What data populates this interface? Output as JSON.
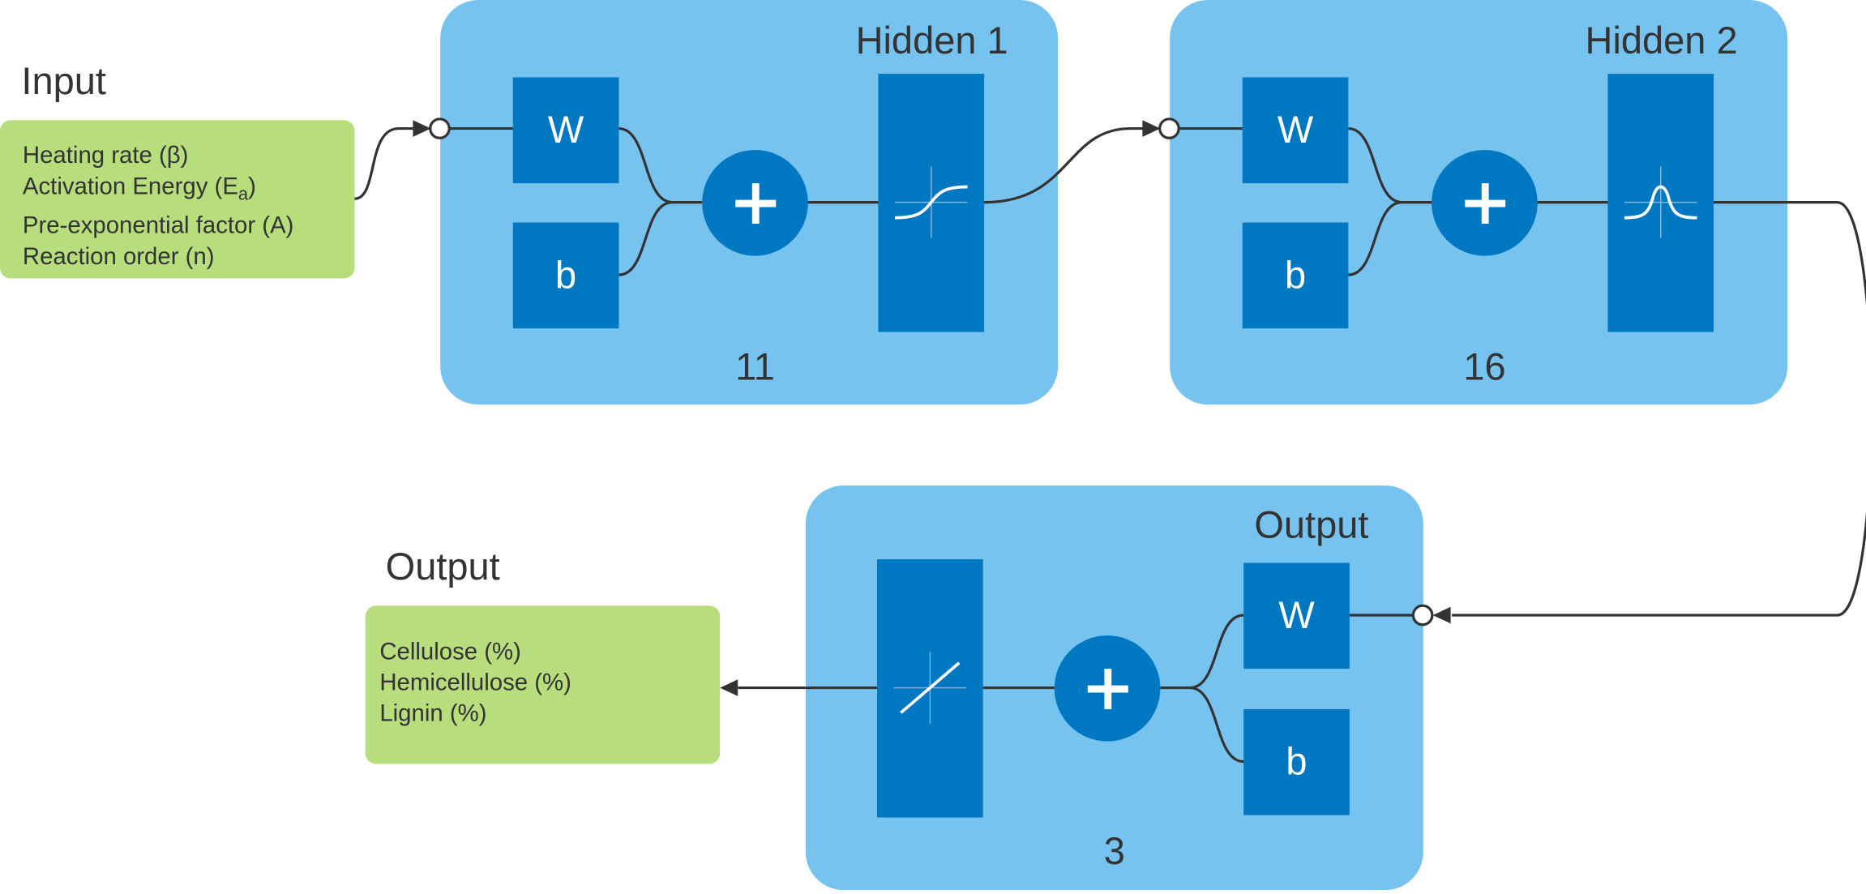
{
  "input": {
    "heading": "Input",
    "lines": [
      "Heating rate (β)",
      "Activation Energy (E",
      "a",
      ")",
      "Pre-exponential factor (A)",
      "Reaction order (n)"
    ]
  },
  "output_box": {
    "heading": "Output",
    "lines": [
      "Cellulose (%)",
      "Hemicellulose (%)",
      "Lignin (%)"
    ]
  },
  "layers": [
    {
      "title": "Hidden 1",
      "size": "11",
      "weight": "W",
      "bias": "b",
      "transfer": "sigmoid"
    },
    {
      "title": "Hidden 2",
      "size": "16",
      "weight": "W",
      "bias": "b",
      "transfer": "gaussian"
    },
    {
      "title": "Output",
      "size": "3",
      "weight": "W",
      "bias": "b",
      "transfer": "linear"
    }
  ],
  "colors": {
    "layer_fill": "#77c3ef",
    "block_fill": "#0078c1",
    "io_fill": "#b8dd7d",
    "wire": "#333333"
  },
  "icons": {
    "sum": "plus-icon",
    "connector": "open-circle-icon",
    "arrow": "arrowhead-icon"
  }
}
